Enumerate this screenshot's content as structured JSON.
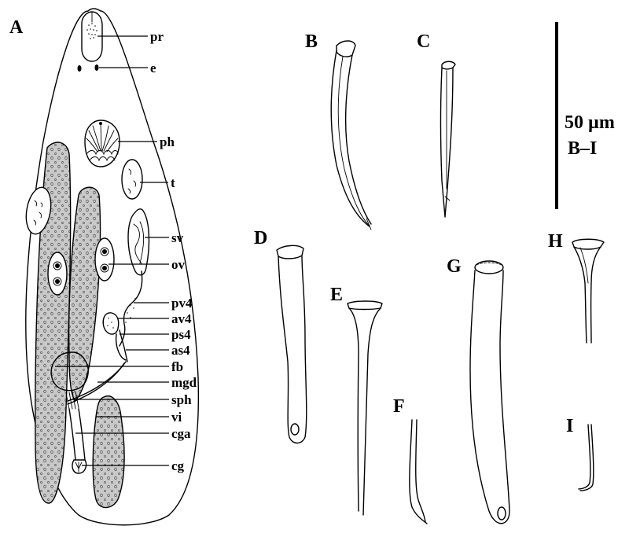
{
  "panels": {
    "A": "A",
    "B": "B",
    "C": "C",
    "D": "D",
    "E": "E",
    "F": "F",
    "G": "G",
    "H": "H",
    "I": "I"
  },
  "labels": {
    "pr": "pr",
    "e": "e",
    "ph": "ph",
    "t": "t",
    "sv": "sv",
    "ov": "ov",
    "pv4": "pv4",
    "av4": "av4",
    "ps4": "ps4",
    "as4": "as4",
    "fb": "fb",
    "mgd": "mgd",
    "sph": "sph",
    "vi": "vi",
    "cga": "cga",
    "cg": "cg"
  },
  "scale_bar": {
    "value": "50 µm",
    "applies_to": "B–I"
  }
}
